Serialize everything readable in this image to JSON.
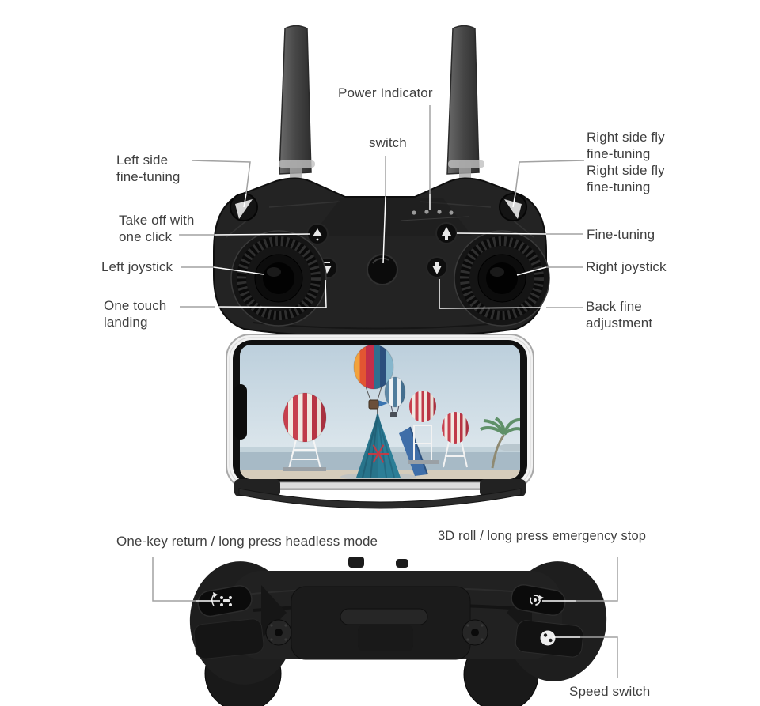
{
  "figure": {
    "type": "product annotation diagram",
    "subject": "Drone remote controller with smartphone holder, front and back views with labeled parts",
    "background_color": "#ffffff",
    "label_text_color": "#3f3f3f",
    "leader_line_color_on_white": "#a2a2a2",
    "leader_line_color_on_device": "#ffffff"
  },
  "top_view": {
    "labels": {
      "power_indicator": "Power Indicator",
      "power_switch": "switch",
      "left_side_fine_tuning": [
        "Left side",
        "fine-tuning"
      ],
      "take_off_one_click": [
        "Take off with",
        "one click"
      ],
      "left_joystick": "Left joystick",
      "one_touch_landing": [
        "One touch",
        "landing"
      ],
      "right_side_fly_fine_tuning": [
        "Right side fly",
        "fine-tuning",
        "Right side fly",
        "fine-tuning"
      ],
      "fine_tuning": "Fine-tuning",
      "right_joystick": "Right joystick",
      "back_fine_adjustment": [
        "Back fine",
        "adjustment"
      ]
    },
    "parts": [
      "left-antenna",
      "right-antenna",
      "power-indicator-leds",
      "power-switch-button",
      "left-trim-button",
      "right-trim-button",
      "takeoff-button",
      "landing-button",
      "fine-tuning-button",
      "back-trim-button",
      "left-joystick",
      "right-joystick"
    ]
  },
  "phone": {
    "scene": "smartphone mounted on holder showing hot-air-balloon sculptures, teal tent and palm tree on a beach"
  },
  "back_view": {
    "labels": {
      "one_key_return": "One-key return / long press headless mode",
      "three_d_roll": "3D roll / long press emergency stop",
      "speed_switch": "Speed switch"
    },
    "icons": {
      "one_key_return_button": "return-home-drone-icon",
      "three_d_roll_button": "flip-3d-icon",
      "speed_switch_button": "speed-dot-icon"
    }
  }
}
